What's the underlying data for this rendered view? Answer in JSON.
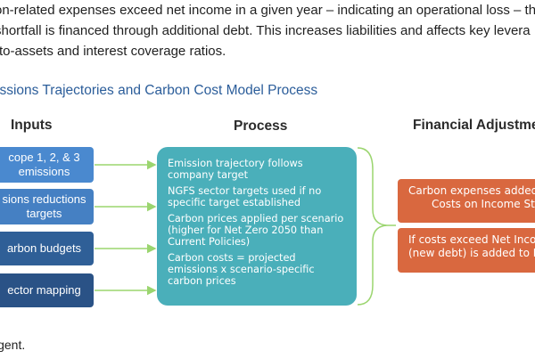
{
  "paragraph": {
    "lines": [
      "on-related expenses exceed net income in a given year – indicating an operational loss – the",
      " shortfall is financed through additional debt. This increases liabilities and affects key levera",
      "-to-assets and interest coverage ratios."
    ]
  },
  "figure": {
    "title": "issions Trajectories and Carbon Cost Model Process",
    "headers": {
      "inputs": "Inputs",
      "process": "Process",
      "financial": "Financial Adjustment"
    },
    "inputs": [
      {
        "line1": "cope 1, 2, & 3",
        "line2": "emissions"
      },
      {
        "line1": "sions reductions",
        "line2": "targets"
      },
      {
        "line1": "arbon budgets",
        "line2": ""
      },
      {
        "line1": "ector mapping",
        "line2": ""
      }
    ],
    "process_items": [
      {
        "line1": "Emission trajectory follows",
        "line2": "company target",
        "line3": ""
      },
      {
        "line1": "NGFS sector targets used if no",
        "line2": "specific target established",
        "line3": ""
      },
      {
        "line1": "Carbon prices applied per scenario",
        "line2": "(higher for Net Zero 2050 than",
        "line3": "Current Policies)"
      },
      {
        "line1": "Carbon costs = projected",
        "line2": "emissions x scenario-specific",
        "line3": "carbon prices"
      }
    ],
    "financial": [
      {
        "line1": "Carbon expenses added to",
        "line2": "Costs on Income Stat"
      },
      {
        "line1": "If costs exceed Net Incom",
        "line2": "(new debt) is added to Ba"
      }
    ],
    "colors": {
      "input_1": "#4a89cf",
      "input_2": "#4580c3",
      "input_3": "#2f5f97",
      "input_4": "#2a5286",
      "process": "#4aafba",
      "financial": "#d9683f",
      "arrow": "#9bd56f",
      "title": "#2b5d9a"
    }
  },
  "footer": {
    "text": "igent."
  }
}
